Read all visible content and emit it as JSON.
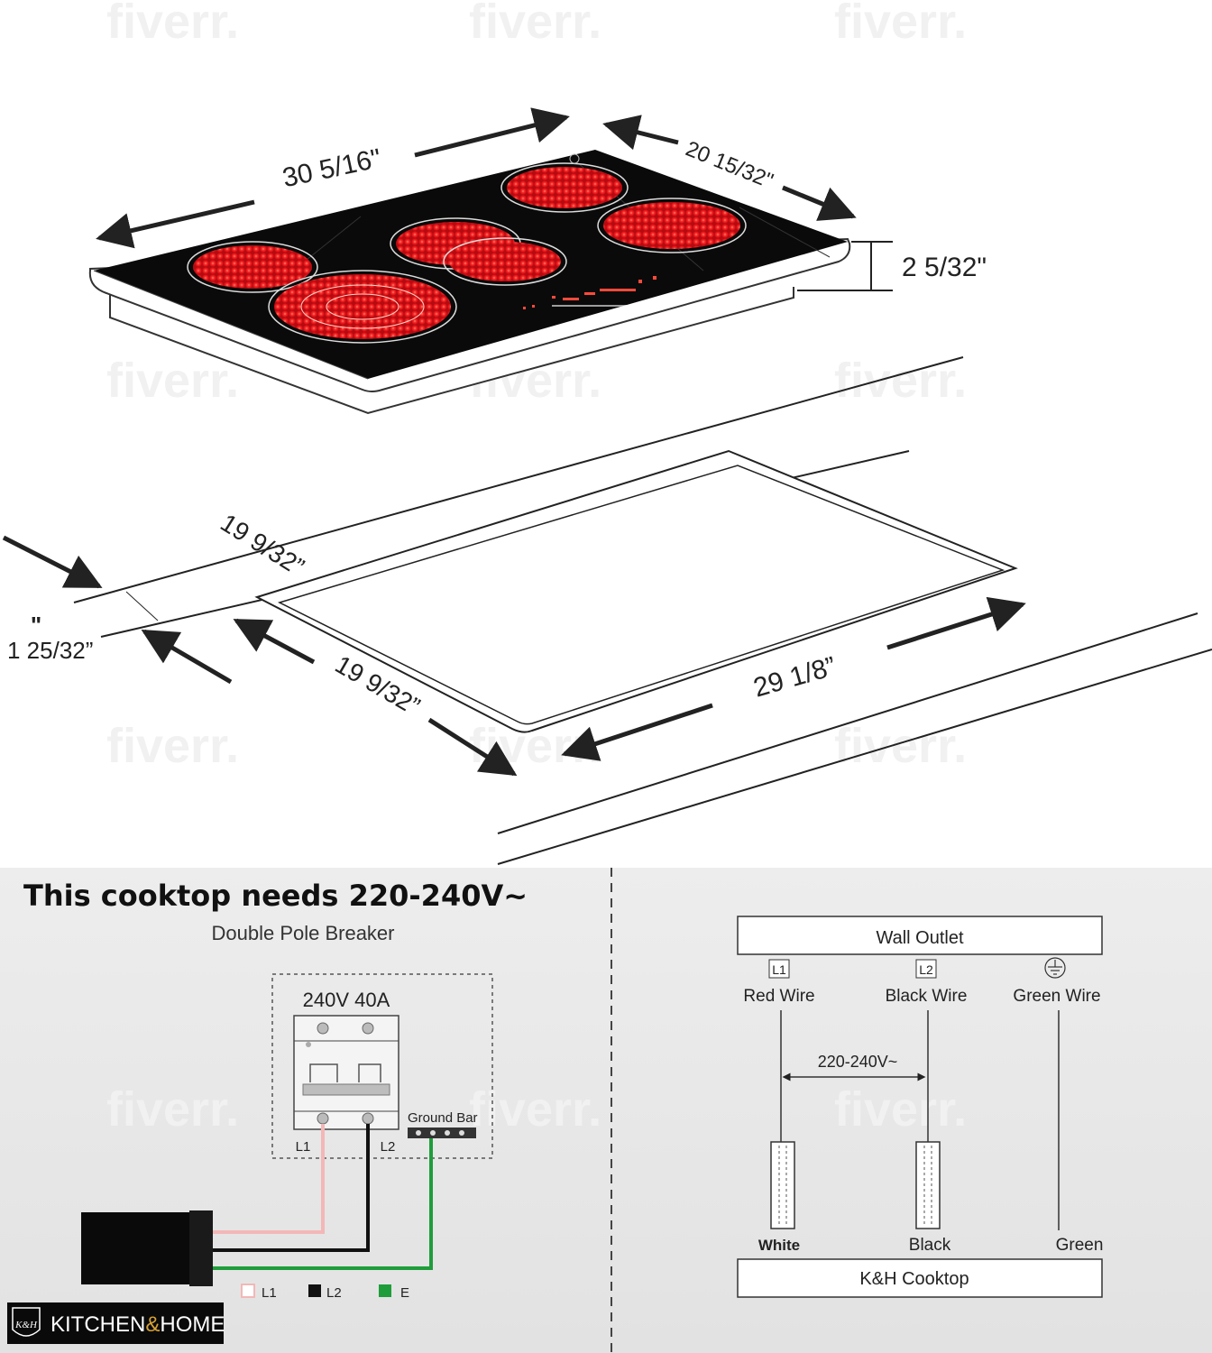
{
  "watermark": "fiverr.",
  "dimensions": {
    "top_width": "30 5/16\"",
    "top_depth": "20 15/32\"",
    "top_height": "2 5/32\"",
    "cutout_depth_back": "19 9/32”",
    "cutout_thickness": "1 25/32”",
    "cutout_thickness_mark": "\"",
    "cutout_depth_front": "19 9/32”",
    "cutout_width": "29 1/8”"
  },
  "breaker_panel": {
    "title": "This cooktop needs 220-240V~",
    "subtitle": "Double Pole Breaker",
    "rating": "240V 40A",
    "l1": "L1",
    "l2": "L2",
    "ground_bar": "Ground Bar",
    "legend": [
      "L1",
      "L2",
      "E"
    ]
  },
  "wiring": {
    "outlet": "Wall Outlet",
    "terminals": [
      "L1",
      "L2"
    ],
    "wires": [
      "Red Wire",
      "Black Wire",
      "Green Wire"
    ],
    "voltage": "220-240V~",
    "ends": [
      "White",
      "Black",
      "Green"
    ],
    "cooktop": "K&H Cooktop"
  },
  "brand": {
    "monogram": "K&H",
    "name_part1": "KITCHEN",
    "amp": "&",
    "name_part2": "HOME"
  },
  "colors": {
    "burner": "#e8141b",
    "glass": "#0a0a0a",
    "bottom_bg": "#e7e7e7",
    "ground_green": "#1f9d3a",
    "l1_pink": "#f3b7b7",
    "brand_amp": "#d8a234"
  }
}
